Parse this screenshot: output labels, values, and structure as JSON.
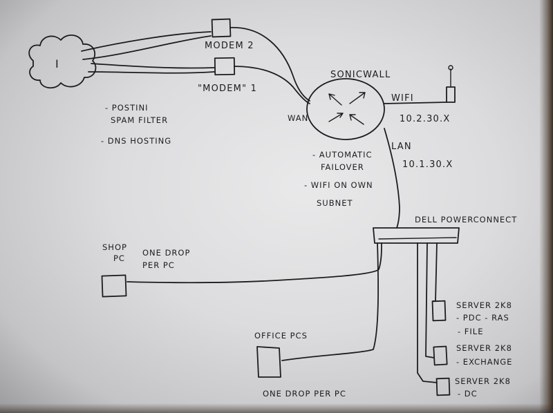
{
  "internet": {
    "label": "I"
  },
  "modem2": {
    "label": "MODEM 2"
  },
  "modem1": {
    "label": "\"MODEM\" 1"
  },
  "notes_left": {
    "line1": "- POSTINI",
    "line2": "SPAM FILTER",
    "line3": "- DNS HOSTING"
  },
  "sonicwall": {
    "label": "SONICWALL",
    "wan_label": "WAN",
    "wifi_label": "WIFI",
    "wifi_subnet": "10.2.30.X"
  },
  "lan": {
    "label": "LAN",
    "subnet": "10.1.30.X"
  },
  "notes_center": {
    "line1": "- AUTOMATIC",
    "line2": "FAILOVER",
    "line3": "- WIFI ON OWN",
    "line4": "SUBNET"
  },
  "switch": {
    "label": "DELL POWERCONNECT"
  },
  "shop": {
    "label1": "SHOP",
    "label2": "PC",
    "note1": "ONE DROP",
    "note2": "PER PC"
  },
  "office": {
    "label": "OFFICE PCS",
    "note": "ONE DROP PER PC"
  },
  "server1": {
    "label": "SERVER 2K8",
    "role1": "- PDC - RAS",
    "role2": "- FILE"
  },
  "server2": {
    "label": "SERVER 2K8",
    "role1": "- EXCHANGE"
  },
  "server3": {
    "label": "SERVER 2K8",
    "role1": "- DC"
  }
}
